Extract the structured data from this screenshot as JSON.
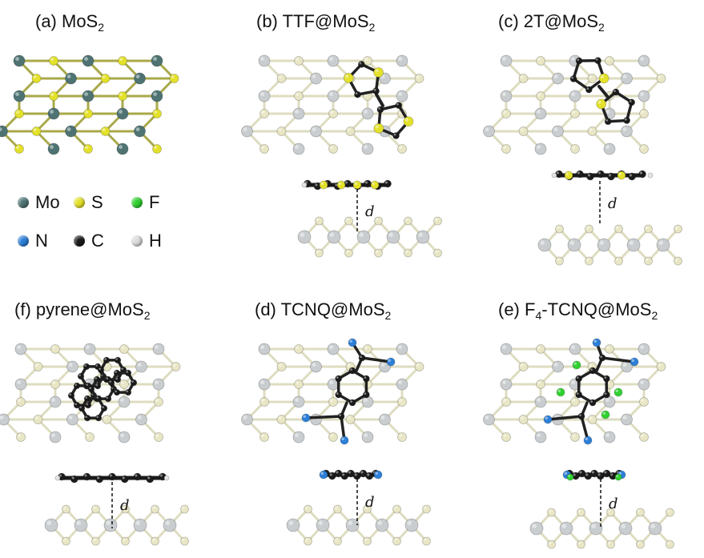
{
  "panels": [
    {
      "id": "a",
      "prefix": "(a) MoS",
      "sub": "2",
      "suffix": "",
      "molecule": "none"
    },
    {
      "id": "b",
      "prefix": "(b) TTF@MoS",
      "sub": "2",
      "suffix": "",
      "molecule": "TTF"
    },
    {
      "id": "c",
      "prefix": "(c) 2T@MoS",
      "sub": "2",
      "suffix": "",
      "molecule": "2T"
    },
    {
      "id": "f",
      "prefix": "(f) pyrene@MoS",
      "sub": "2",
      "suffix": "",
      "molecule": "pyrene"
    },
    {
      "id": "d",
      "prefix": "(d) TCNQ@MoS",
      "sub": "2",
      "suffix": "",
      "molecule": "TCNQ"
    },
    {
      "id": "e",
      "prefix": "(e) F",
      "sub": "4",
      "suffix": "-TCNQ@MoS",
      "sub2": "2",
      "molecule": "F4-TCNQ"
    }
  ],
  "legend": [
    {
      "label": "Mo",
      "color": "#4f7373"
    },
    {
      "label": "S",
      "color": "#e3e12a"
    },
    {
      "label": "F",
      "color": "#2fd12f"
    },
    {
      "label": "N",
      "color": "#2c7fd8"
    },
    {
      "label": "C",
      "color": "#1a1a1a"
    },
    {
      "label": "H",
      "color": "#dcdcdc"
    }
  ],
  "distance_label": "d",
  "colors": {
    "mo": "#4f7373",
    "s": "#e3e12a",
    "mo_faded": "#c9cdd0",
    "s_faded": "#e8e6c4",
    "bond_faded": "#dedcc0",
    "c": "#1b1b1b",
    "n": "#2c7fd8",
    "f": "#2fd12f",
    "h": "#e2e2e2"
  }
}
